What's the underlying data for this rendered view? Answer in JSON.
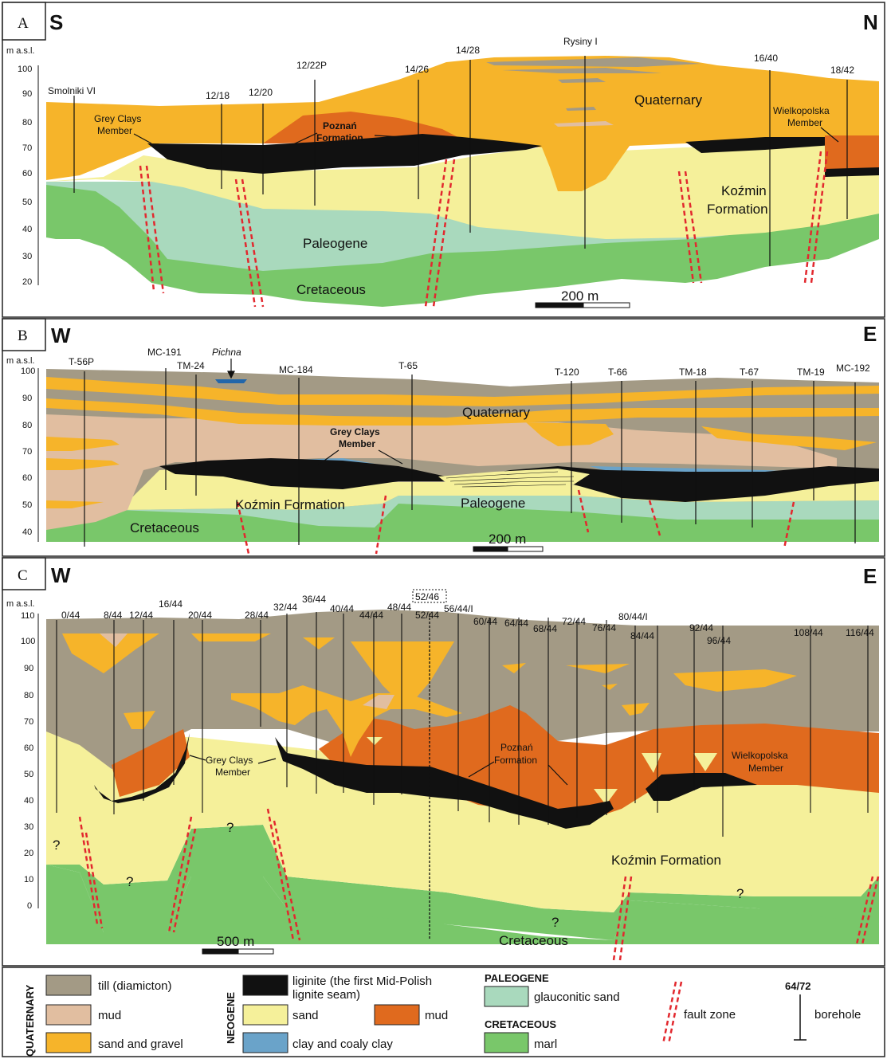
{
  "colors": {
    "till": "#a39a85",
    "mud_q": "#e1bea0",
    "sand_gravel": "#f6b42a",
    "liginite": "#111111",
    "sand": "#f5f09a",
    "clay": "#6aa3c9",
    "mud_n": "#e06a1e",
    "glauconitic": "#a9d9bd",
    "marl": "#79c76a",
    "fault": "#e2282e"
  },
  "panel_a": {
    "letter": "A",
    "dir_left": "S",
    "dir_right": "N",
    "unit": "m a.s.l.",
    "ticks": [
      "100",
      "90",
      "80",
      "70",
      "60",
      "50",
      "40",
      "30",
      "20"
    ],
    "boreholes": [
      "Smolniki VI",
      "12/18",
      "12/20",
      "12/22P",
      "14/26",
      "14/28",
      "Rysiny I",
      "16/40",
      "18/42"
    ],
    "labels": {
      "quaternary": "Quaternary",
      "grey_clays": [
        "Grey Clays",
        "Member"
      ],
      "poznan": [
        "Poznań",
        "Formation"
      ],
      "wielkopolska": [
        "Wielkopolska",
        "Member"
      ],
      "kozmin": [
        "Koźmin",
        "Formation"
      ],
      "paleogene": "Paleogene",
      "cretaceous": "Cretaceous"
    },
    "scale": "200 m"
  },
  "panel_b": {
    "letter": "B",
    "dir_left": "W",
    "dir_right": "E",
    "unit": "m a.s.l.",
    "ticks": [
      "100",
      "90",
      "80",
      "70",
      "60",
      "50",
      "40"
    ],
    "boreholes": [
      "T-56P",
      "MC-191",
      "TM-24",
      "MC-184",
      "T-65",
      "T-120",
      "T-66",
      "TM-18",
      "T-67",
      "TM-19",
      "MC-192"
    ],
    "pichna": "Pichna",
    "labels": {
      "quaternary": "Quaternary",
      "grey_clays": [
        "Grey Clays",
        "Member"
      ],
      "kozmin": "Koźmin Formation",
      "paleogene": "Paleogene",
      "cretaceous": "Cretaceous"
    },
    "scale": "200 m"
  },
  "panel_c": {
    "letter": "C",
    "dir_left": "W",
    "dir_right": "E",
    "unit": "m a.s.l.",
    "ticks": [
      "110",
      "100",
      "90",
      "80",
      "70",
      "60",
      "50",
      "40",
      "30",
      "20",
      "10",
      "0"
    ],
    "boreholes": [
      "0/44",
      "8/44",
      "12/44",
      "16/44",
      "20/44",
      "28/44",
      "32/44",
      "36/44",
      "40/44",
      "44/44",
      "48/44",
      "52/46",
      "52/44",
      "56/44/I",
      "60/44",
      "64/44",
      "68/44",
      "72/44",
      "76/44",
      "80/44/I",
      "84/44",
      "92/44",
      "96/44",
      "108/44",
      "116/44"
    ],
    "labels": {
      "grey_clays": [
        "Grey Clays",
        "Member"
      ],
      "poznan": [
        "Poznań",
        "Formation"
      ],
      "wielkopolska": [
        "Wielkopolska",
        "Member"
      ],
      "kozmin": "Koźmin Formation",
      "cretaceous": "Cretaceous",
      "question": "?"
    },
    "scale": "500 m"
  },
  "legend": {
    "quaternary": "QUATERNARY",
    "neogene": "NEOGENE",
    "paleogene": "PALEOGENE",
    "cretaceous": "CRETACEOUS",
    "till": "till (diamicton)",
    "mud_q": "mud",
    "sand_gravel": "sand and gravel",
    "liginite": [
      "liginite (the first Mid-Polish",
      "lignite seam)"
    ],
    "sand": "sand",
    "mud_n": "mud",
    "clay": "clay and coaly clay",
    "glauconitic": "glauconitic sand",
    "marl": "marl",
    "fault": "fault zone",
    "borehole_example": "64/72",
    "borehole": "borehole"
  }
}
